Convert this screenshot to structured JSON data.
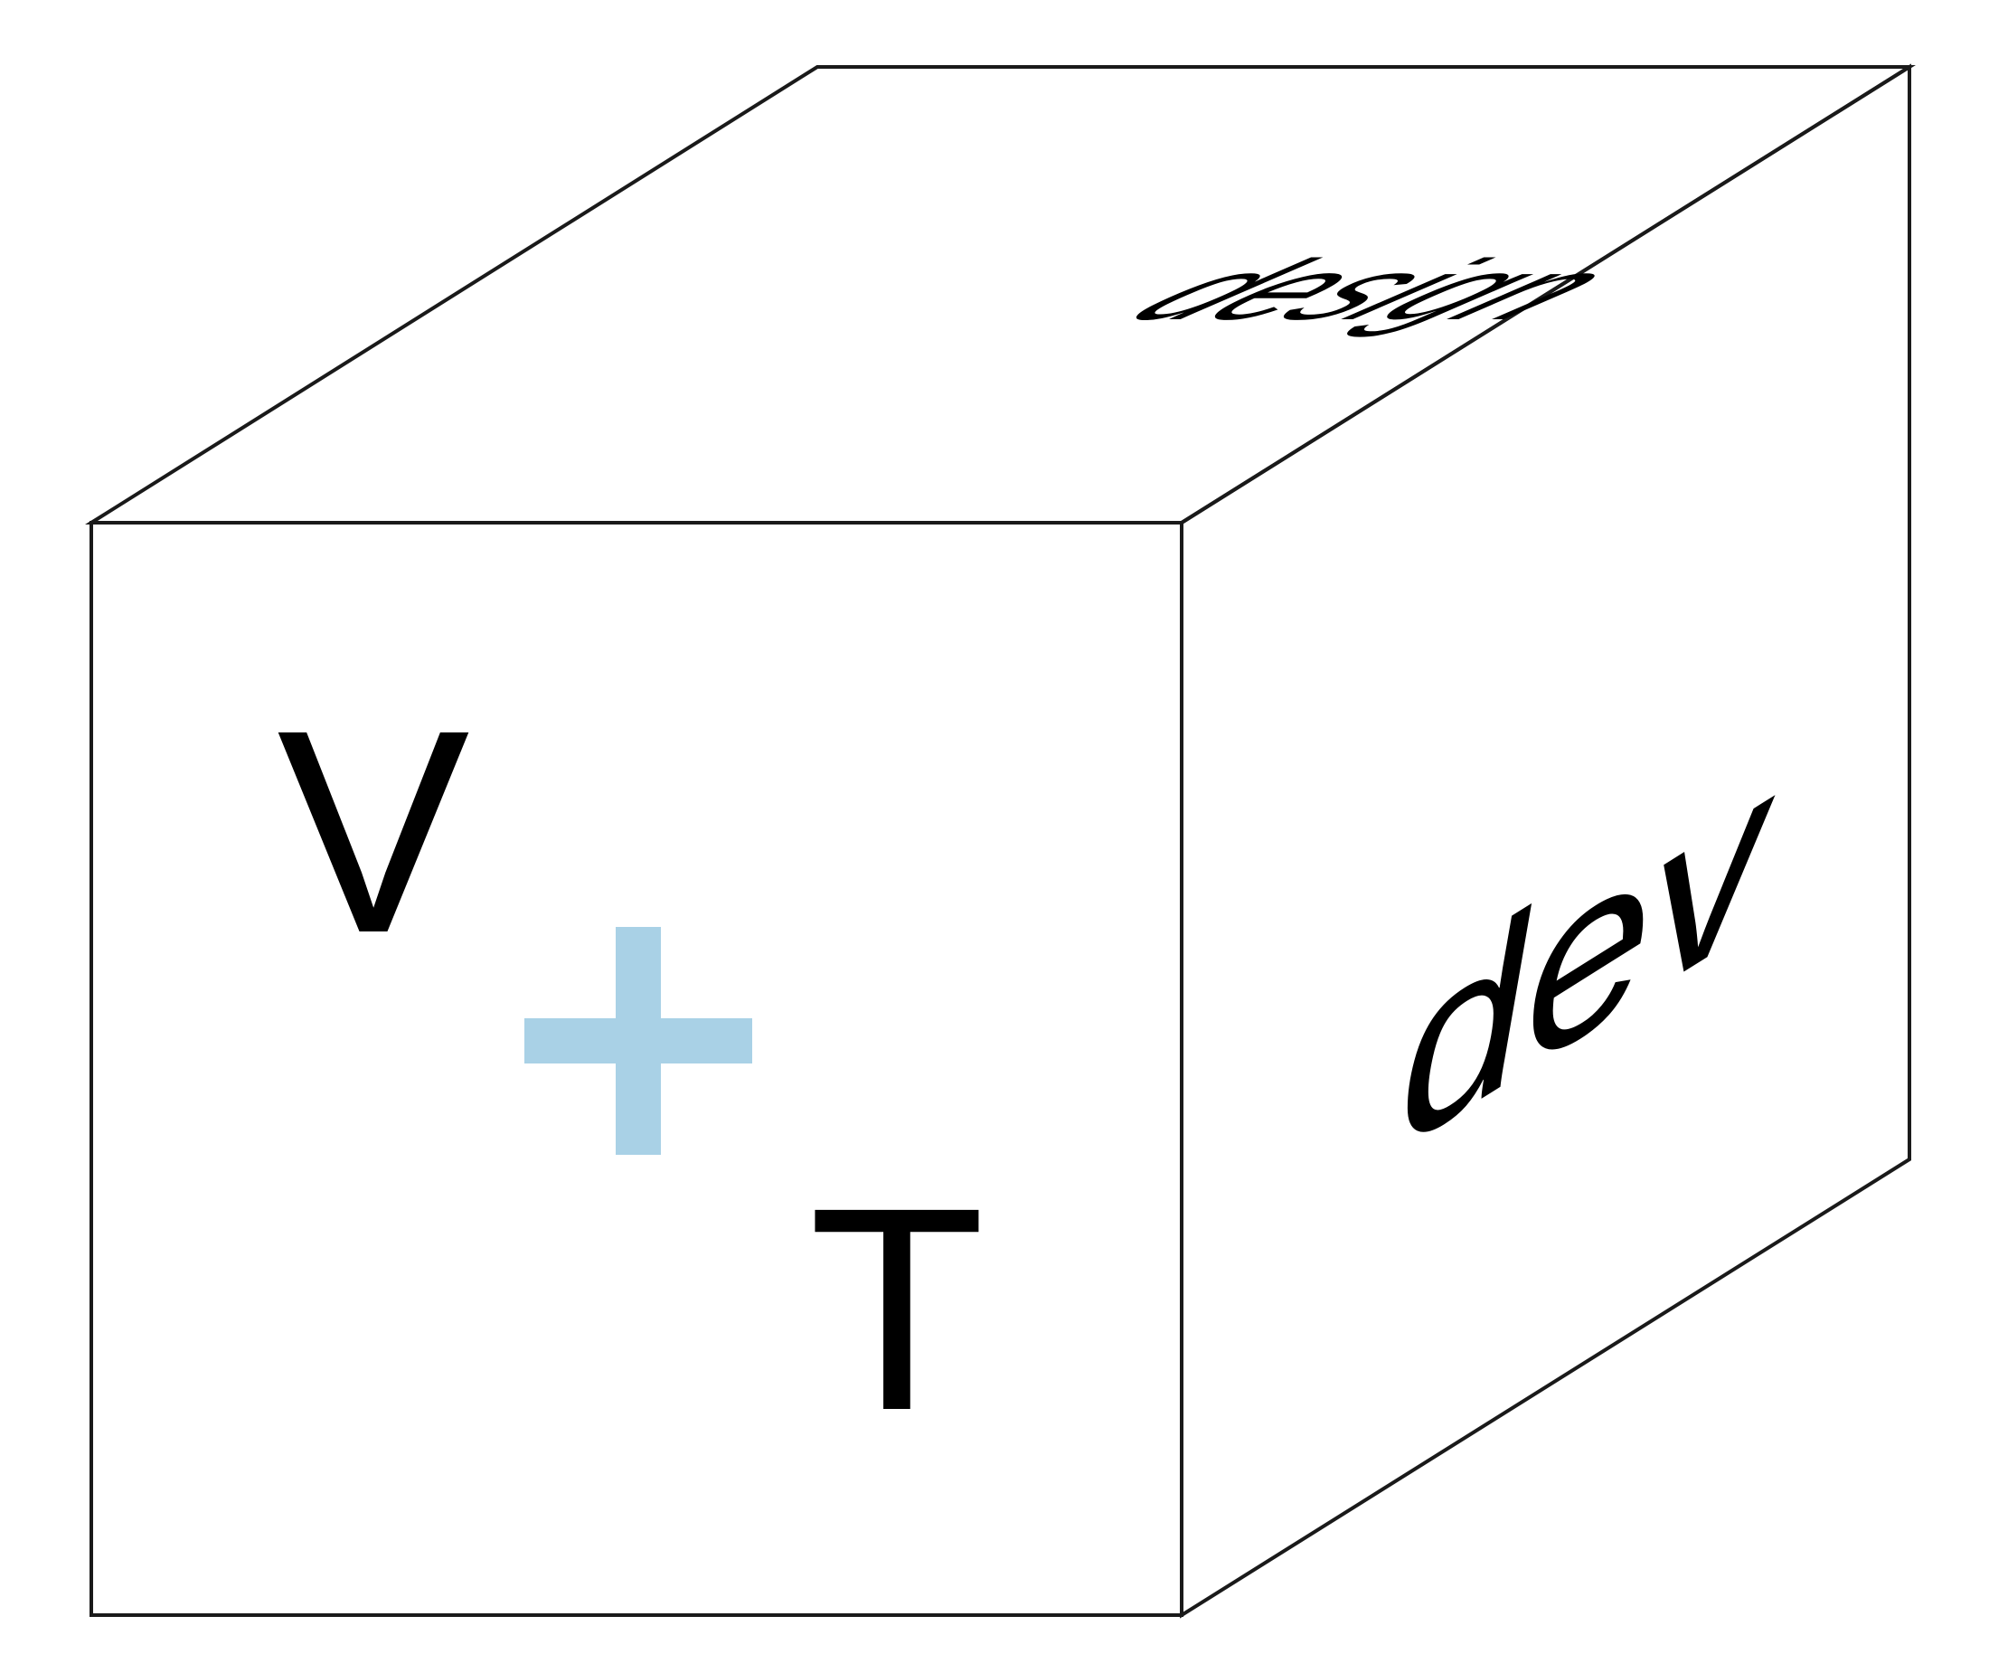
{
  "diagram": {
    "top_face_label": "design",
    "right_face_label": "dev",
    "front_face": {
      "letter_top": "V",
      "operator": "+",
      "letter_bottom": "T"
    }
  },
  "colors": {
    "edge": "#1a1a1a",
    "text": "#000000",
    "operator": "#a9d1e6",
    "background": "#ffffff"
  },
  "icons": {
    "operator": "plus-icon"
  }
}
